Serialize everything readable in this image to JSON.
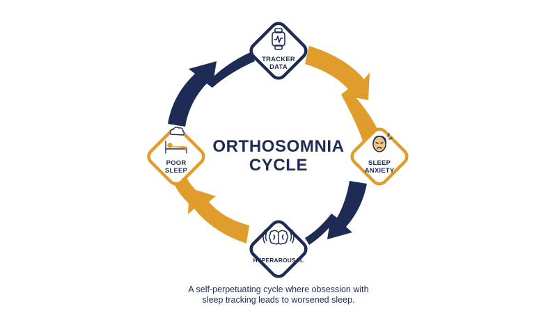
{
  "title": [
    "ORTHOSOMNIA",
    "CYCLE"
  ],
  "nodes": {
    "tracker": {
      "label": [
        "TRACKER",
        "DATA"
      ],
      "icon": "smartwatch-icon"
    },
    "anxiety": {
      "label": [
        "SLEEP",
        "ANXIETY"
      ],
      "icon": "anxious-face-icon"
    },
    "hyperarousal": {
      "label": [
        "HYPERAROUSAL"
      ],
      "icon": "brain-icon"
    },
    "poor_sleep": {
      "label": [
        "POOR",
        "SLEEP"
      ],
      "icon": "bed-cloud-icon"
    }
  },
  "caption": [
    "A self-perpetuating cycle where obsession with",
    "sleep tracking leads to worsened sleep."
  ],
  "colors": {
    "navy": "#1e2c55",
    "orange": "#e19d2c",
    "node_bg": "#ffffff"
  }
}
